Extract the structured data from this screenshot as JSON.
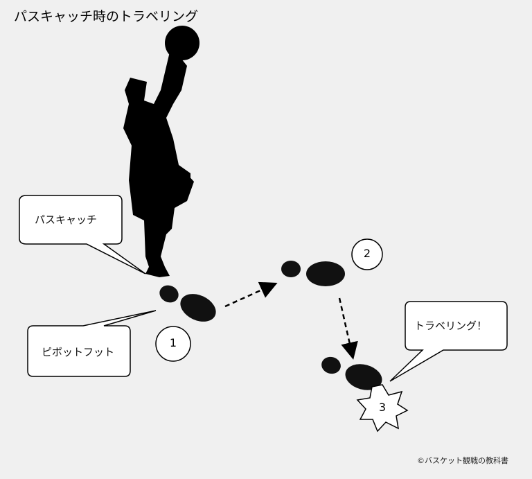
{
  "title": "パスキャッチ時のトラベリング",
  "callouts": {
    "catch": "パスキャッチ",
    "pivot": "ピボットフット",
    "travel": "トラベリング！"
  },
  "steps": [
    "1",
    "2",
    "3"
  ],
  "copyright": "©バスケット観戦の教科書",
  "colors": {
    "background": "#f0f0f0",
    "ink": "#000000",
    "box": "#ffffff"
  }
}
